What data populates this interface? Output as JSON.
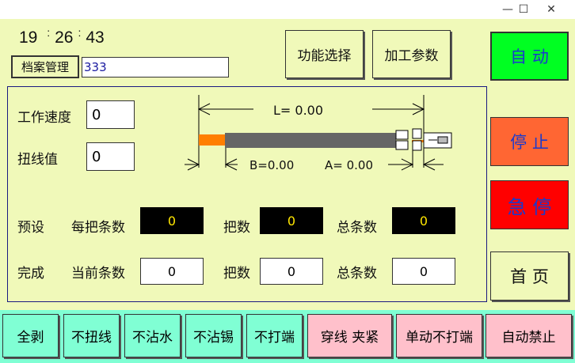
{
  "window": {
    "minimize": "—",
    "maximize": "☐",
    "close": "✕"
  },
  "clock": {
    "hour": "19",
    "min": "26",
    "sec": "43",
    "sep": ":"
  },
  "archive": {
    "label": "档案管理",
    "value": "333"
  },
  "top_buttons": {
    "function_select": "功能选择",
    "process_params": "加工参数"
  },
  "side_buttons": {
    "auto": "自 动",
    "stop": "停 止",
    "emergency": "急 停",
    "home": "首 页"
  },
  "params": {
    "speed_label": "工作速度",
    "speed_value": "0",
    "twist_label": "扭线值",
    "twist_value": "0"
  },
  "diagram": {
    "L": "L= 0.00",
    "B": "B=0.00",
    "A": "A= 0.00"
  },
  "preset": {
    "label": "预设",
    "per_bundle_label": "每把条数",
    "per_bundle": "0",
    "bundles_label": "把数",
    "bundles": "0",
    "total_label": "总条数",
    "total": "0"
  },
  "done": {
    "label": "完成",
    "current_label": "当前条数",
    "current": "0",
    "bundles_label": "把数",
    "bundles": "0",
    "total_label": "总条数",
    "total": "0"
  },
  "bottom_buttons": [
    "全剥",
    "不扭线",
    "不沾水",
    "不沾锡",
    "不打端",
    "穿线 夹紧",
    "单动不打端",
    "自动禁止"
  ],
  "colors": {
    "bg": "#f0f9b9",
    "auto": "#00ff22",
    "stop": "#ff6633",
    "emergency": "#ff0000",
    "bottom_bar": "#80ffd4",
    "pink": "#ffc0cb"
  }
}
